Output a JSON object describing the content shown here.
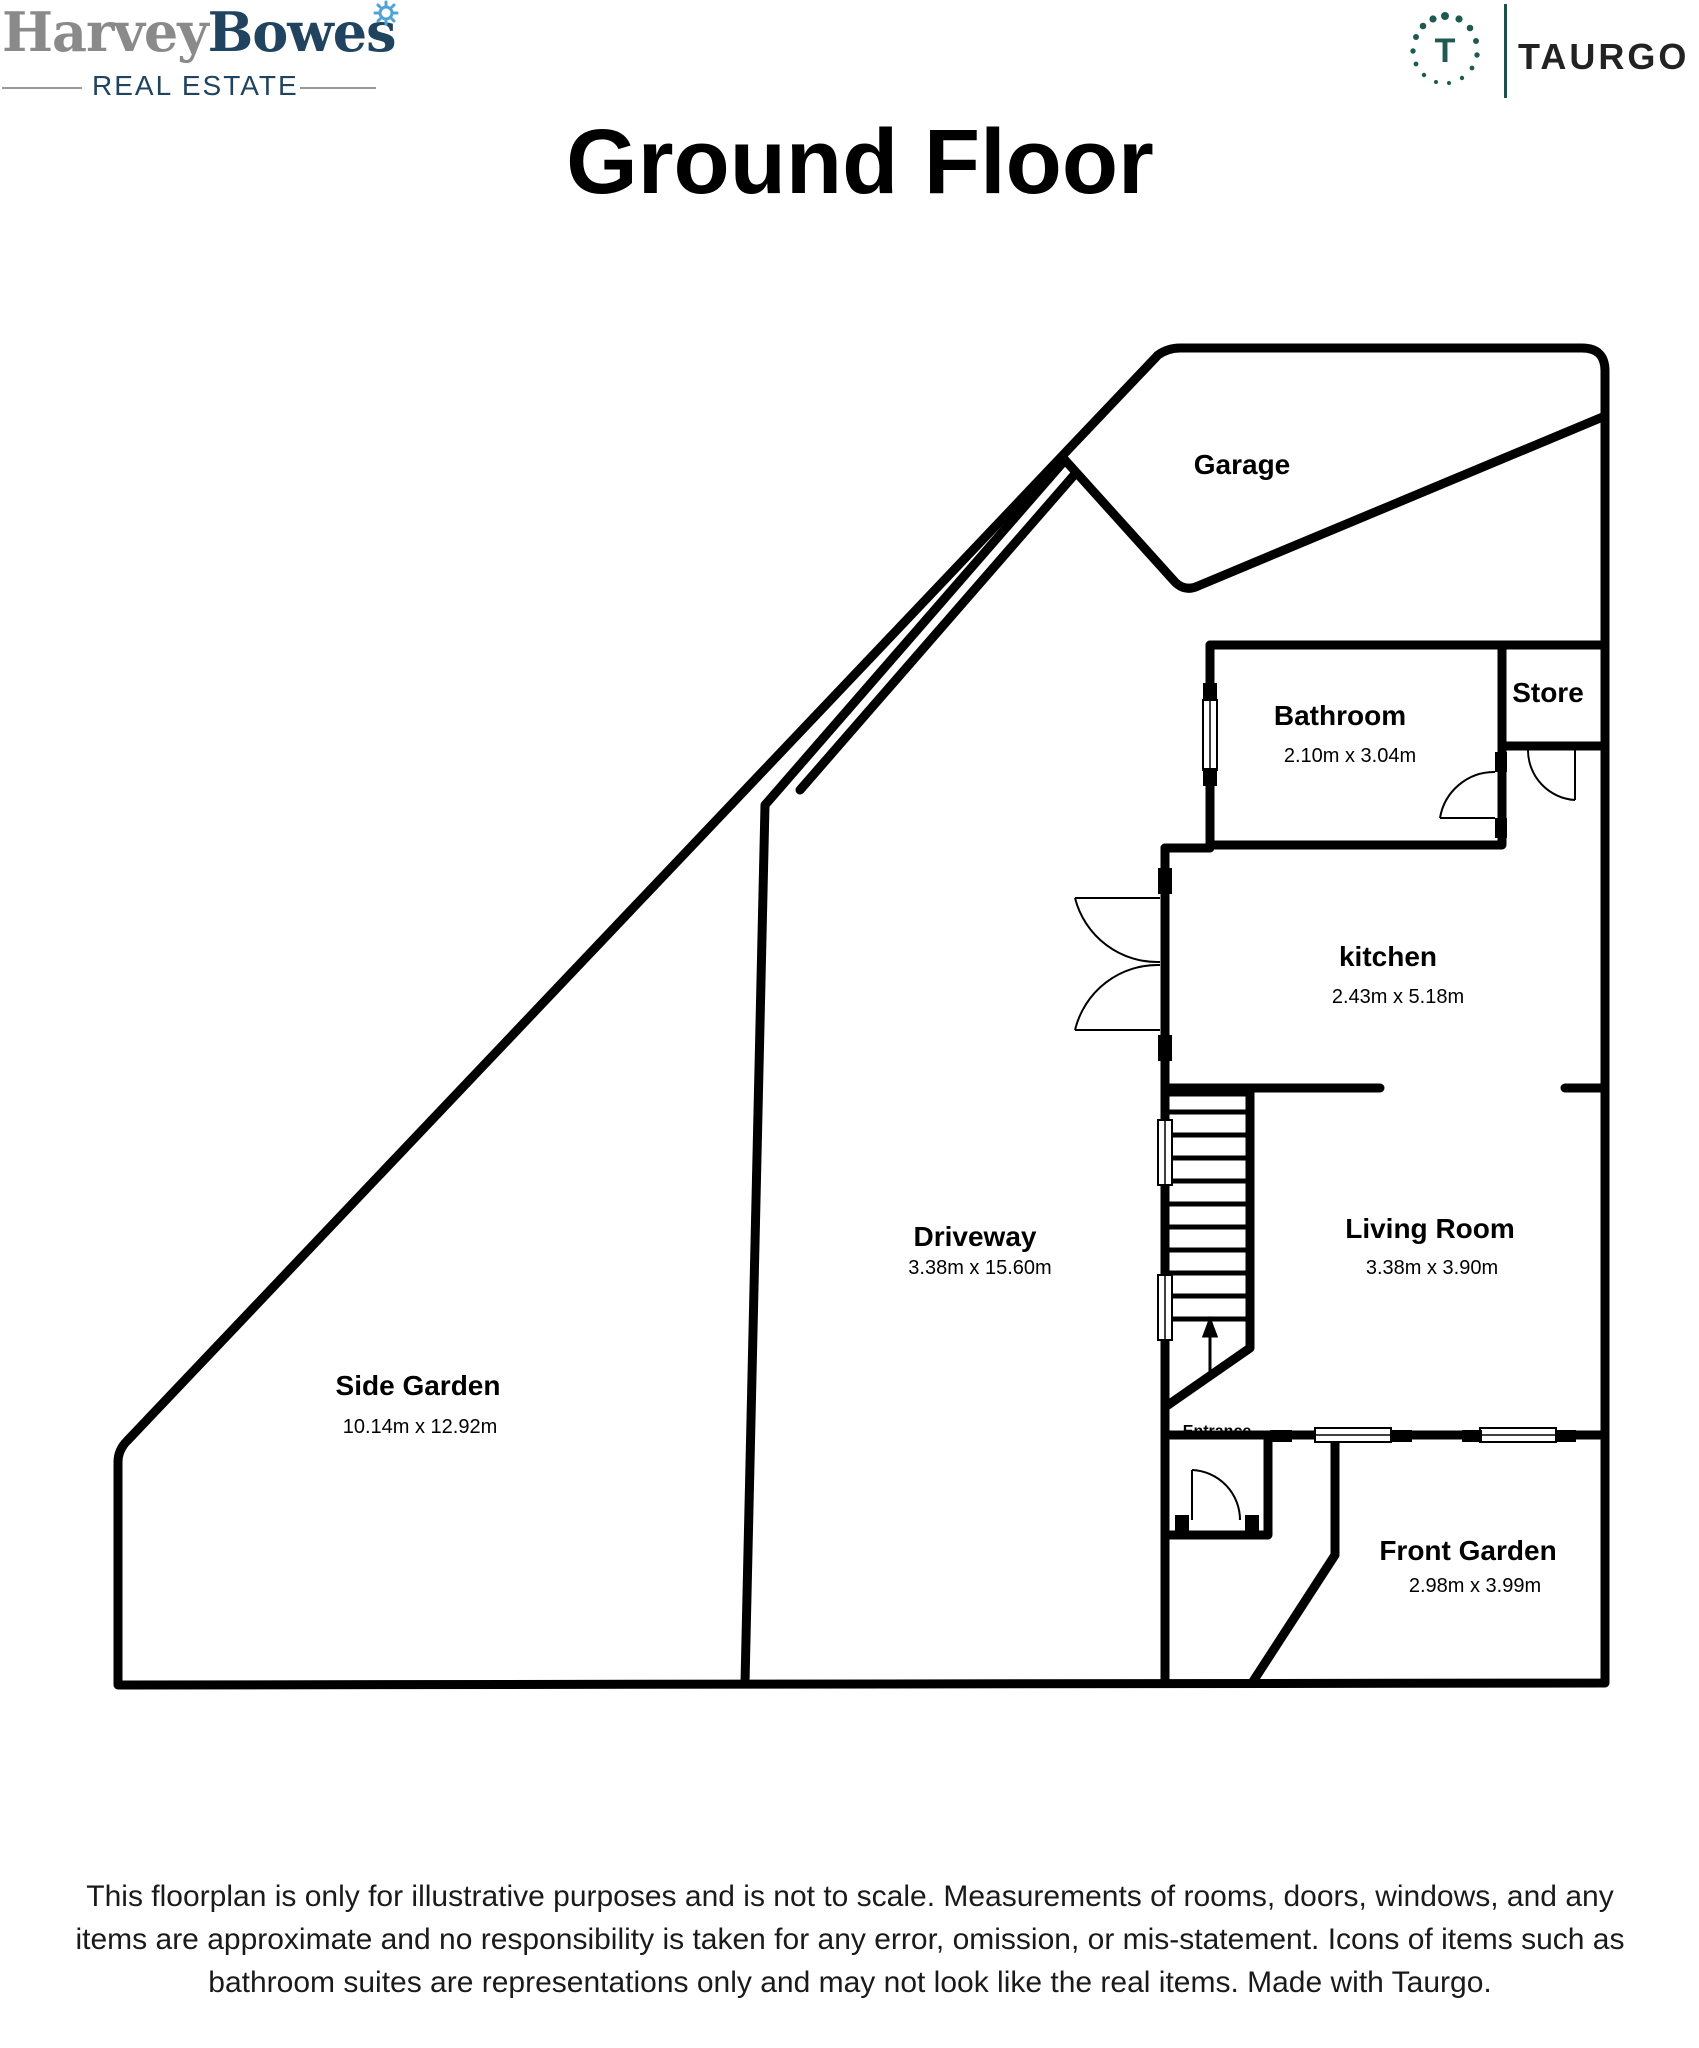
{
  "branding": {
    "agency_name_part1": "Harvey",
    "agency_name_part2": "Bowes",
    "agency_subtitle": "REAL ESTATE",
    "partner_letter": "T",
    "partner_name": "TAURGO",
    "colors": {
      "agency_gray": "#8a8a8a",
      "agency_navy": "#20435f",
      "partner_teal": "#1f5a52",
      "gear_blue": "#4fa3d9"
    }
  },
  "title": "Ground Floor",
  "rooms": {
    "garage": {
      "name": "Garage",
      "dims": ""
    },
    "bathroom": {
      "name": "Bathroom",
      "dims": "2.10m x 3.04m"
    },
    "store": {
      "name": "Store",
      "dims": ""
    },
    "kitchen": {
      "name": "kitchen",
      "dims": "2.43m x 5.18m"
    },
    "driveway": {
      "name": "Driveway",
      "dims": "3.38m x 15.60m"
    },
    "living_room": {
      "name": "Living Room",
      "dims": "3.38m x 3.90m"
    },
    "side_garden": {
      "name": "Side Garden",
      "dims": "10.14m x 12.92m"
    },
    "entrance": {
      "name": "Entrance",
      "dims": ""
    },
    "front_garden": {
      "name": "Front Garden",
      "dims": "2.98m x 3.99m"
    }
  },
  "disclaimer": "This floorplan is only for illustrative purposes and is not to scale. Measurements of rooms, doors, windows, and any items are approximate and no responsibility is taken for any error, omission, or mis-statement. Icons of items such as bathroom suites are representations only and may not look like the real items. Made with Taurgo."
}
